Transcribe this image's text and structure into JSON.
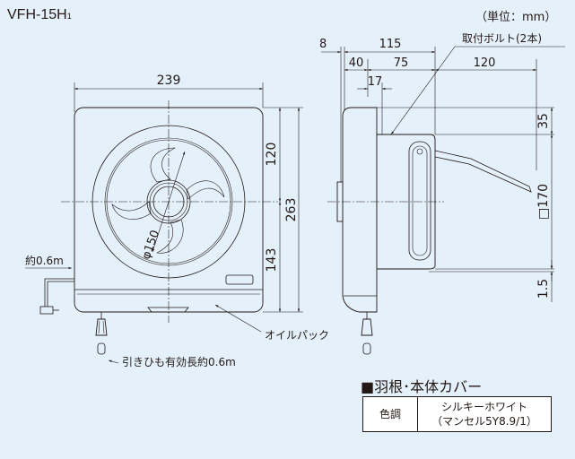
{
  "header": {
    "model": "VFH-15H",
    "model_sub": "1",
    "unit": "（単位：mm）"
  },
  "front_view": {
    "width_dim": "239",
    "top_dim": "120",
    "height_dim": "263",
    "bottom_dim": "143",
    "diameter_dim": "φ150",
    "cord_label": "約0.6m",
    "oil_pack_label": "オイルパック",
    "pull_cord_label": "引きひも有効長約0.6m"
  },
  "side_view": {
    "dim_8": "8",
    "dim_115": "115",
    "dim_40": "40",
    "dim_75": "75",
    "dim_120": "120",
    "dim_17": "17",
    "dim_35": "35",
    "dim_170": "□170",
    "dim_1_5": "1.5",
    "bolt_label": "取付ボルト(2本)"
  },
  "legend": {
    "title": "■羽根･本体カバー",
    "rows": [
      {
        "key": "色調",
        "value_line1": "シルキーホワイト",
        "value_line2": "（マンセル5Y8.9/1）"
      }
    ]
  }
}
